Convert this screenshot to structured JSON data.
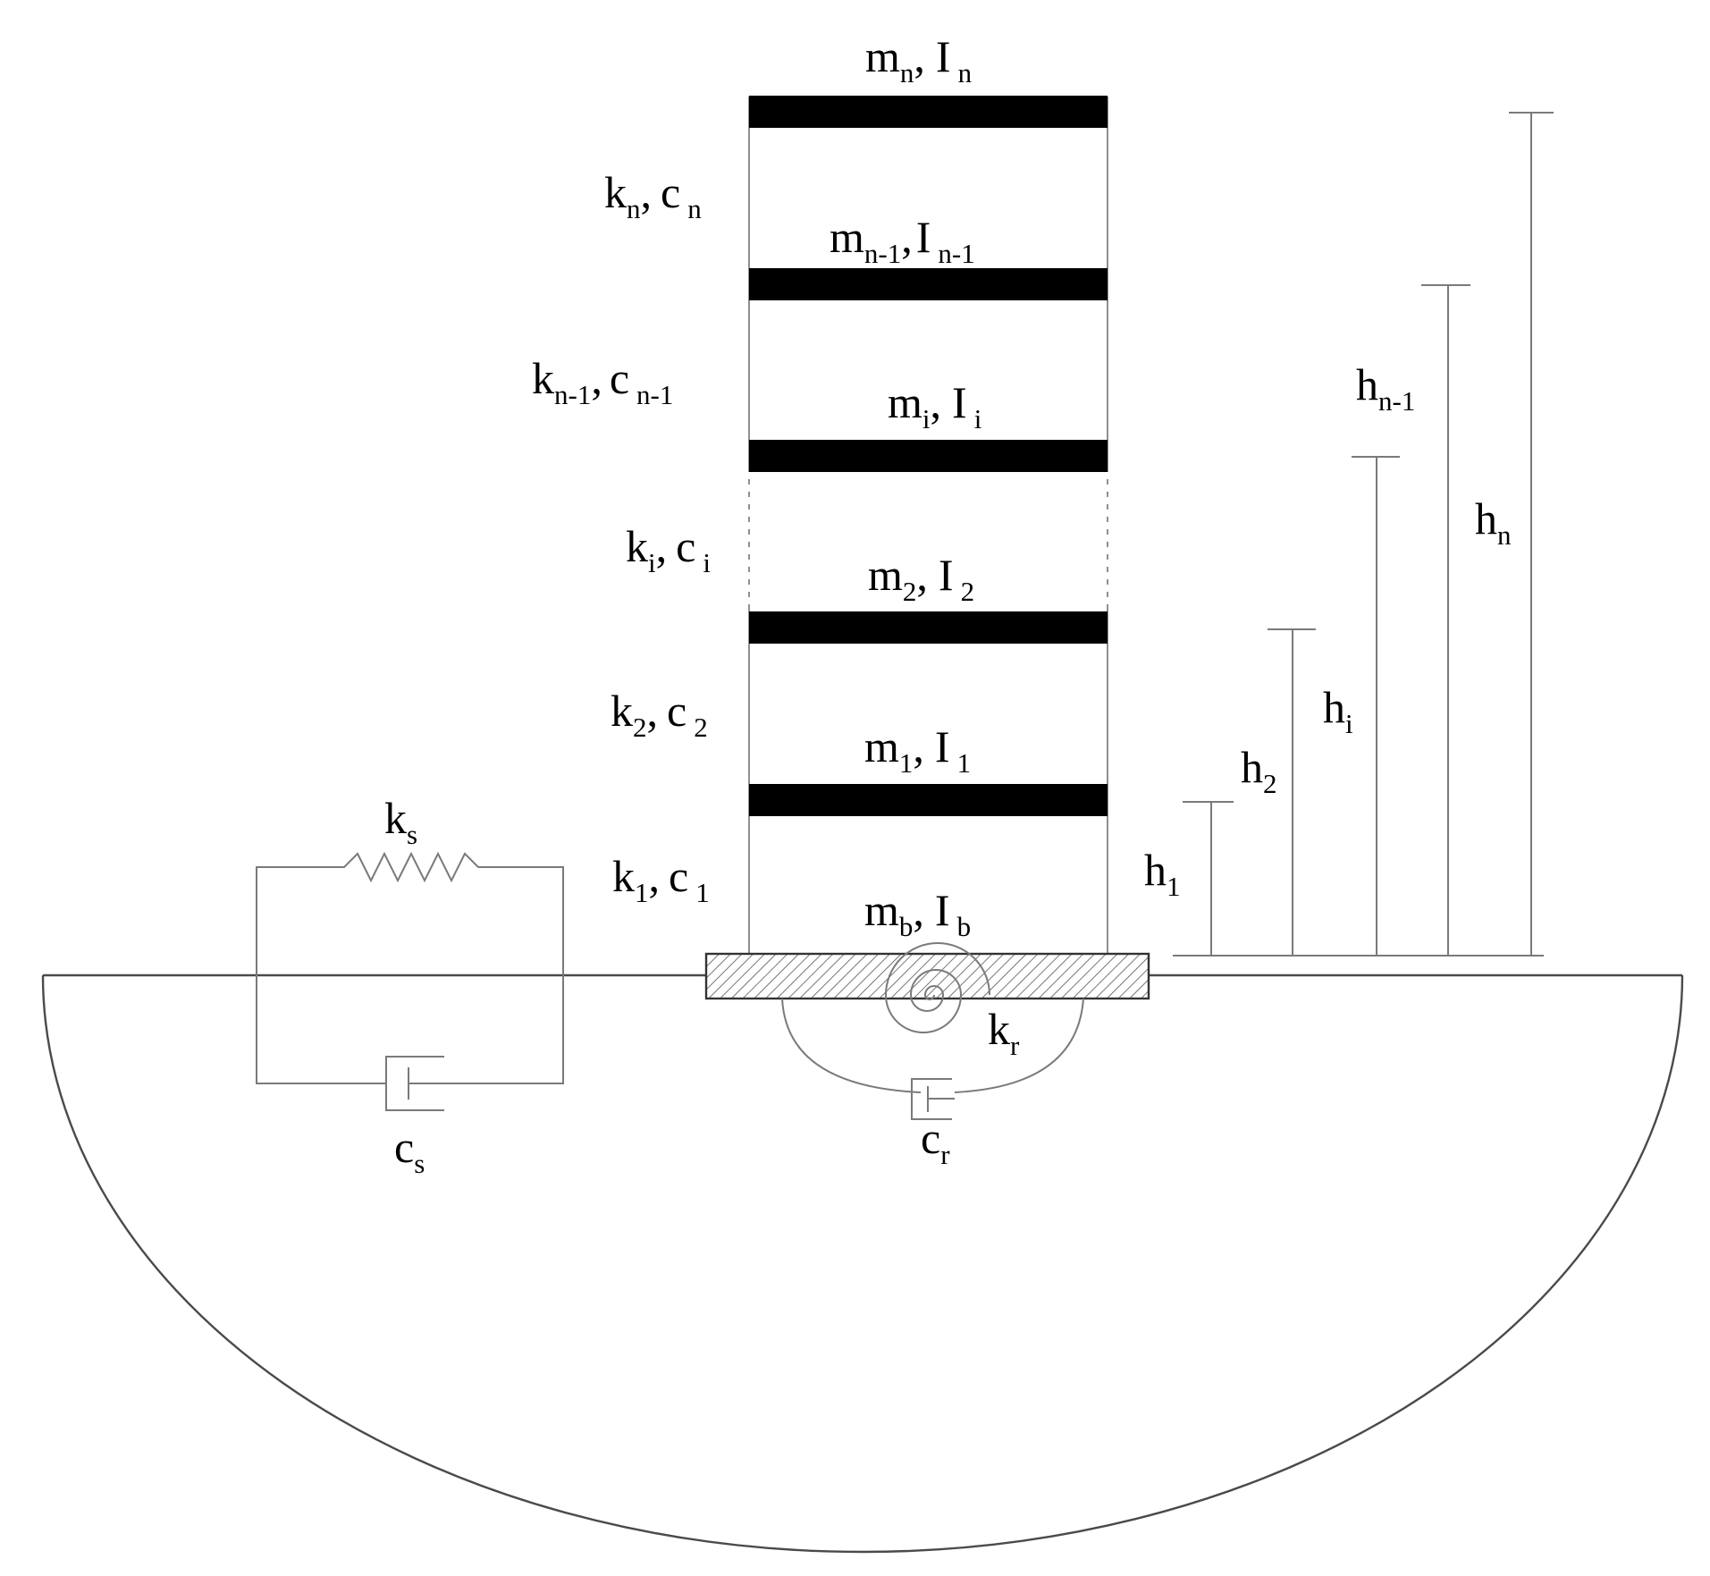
{
  "colors": {
    "slab": "#000000",
    "line": "#7a7a7a",
    "text": "#000000",
    "background": "#ffffff"
  },
  "labels": {
    "floors": [
      {
        "main": "m",
        "sub": "n",
        "sep": ",",
        "main2": "I",
        "sub2": "n"
      },
      {
        "main": "m",
        "sub": "n-1",
        "sep": ",",
        "main2": "I",
        "sub2": "n-1"
      },
      {
        "main": "m",
        "sub": "i",
        "sep": ",",
        "main2": "I",
        "sub2": "i"
      },
      {
        "main": "m",
        "sub": "2",
        "sep": ",",
        "main2": "I",
        "sub2": "2"
      },
      {
        "main": "m",
        "sub": "1",
        "sep": ",",
        "main2": "I",
        "sub2": "1"
      },
      {
        "main": "m",
        "sub": "b",
        "sep": ",",
        "main2": "I",
        "sub2": "b"
      }
    ],
    "stories": [
      {
        "main": "k",
        "sub": "n",
        "sep": ",",
        "main2": "c",
        "sub2": "n"
      },
      {
        "main": "k",
        "sub": "n-1",
        "sep": ",",
        "main2": "c",
        "sub2": "n-1"
      },
      {
        "main": "k",
        "sub": "i",
        "sep": ",",
        "main2": "c",
        "sub2": "i"
      },
      {
        "main": "k",
        "sub": "2",
        "sep": ",",
        "main2": "c",
        "sub2": "2"
      },
      {
        "main": "k",
        "sub": "1",
        "sep": ",",
        "main2": "c",
        "sub2": "1"
      }
    ],
    "heights": [
      {
        "main": "h",
        "sub": "1"
      },
      {
        "main": "h",
        "sub": "2"
      },
      {
        "main": "h",
        "sub": "i"
      },
      {
        "main": "h",
        "sub": "n-1"
      },
      {
        "main": "h",
        "sub": "n"
      }
    ],
    "springs": {
      "ks": {
        "main": "k",
        "sub": "s"
      },
      "cs": {
        "main": "c",
        "sub": "s"
      },
      "kr": {
        "main": "k",
        "sub": "r"
      },
      "cr": {
        "main": "c",
        "sub": "r"
      }
    }
  }
}
